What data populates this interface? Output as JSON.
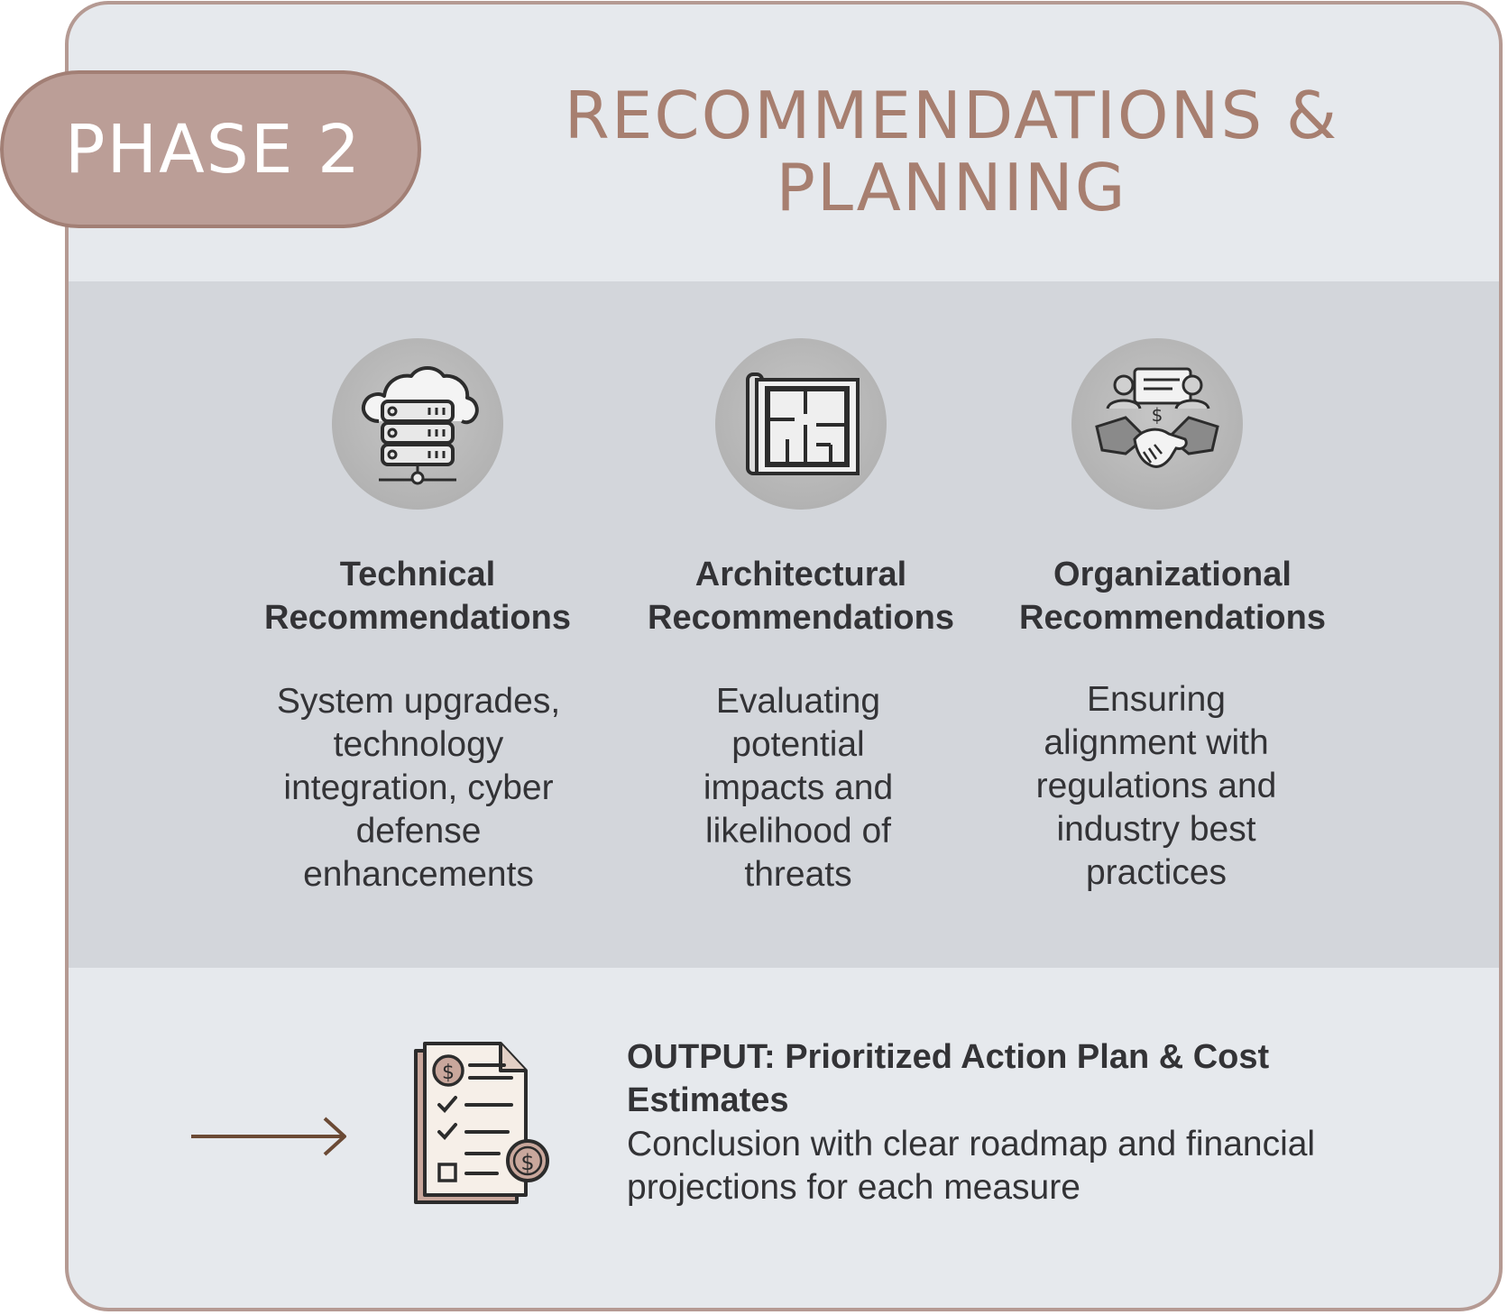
{
  "phase": {
    "label": "PHASE 2"
  },
  "header": {
    "title": "RECOMMENDATIONS & PLANNING"
  },
  "recommendations": [
    {
      "icon": "cloud-server-icon",
      "title_line1": "Technical",
      "title_line2": "Recommendations",
      "description": "System upgrades, technology integration, cyber defense enhancements"
    },
    {
      "icon": "blueprint-icon",
      "title_line1": "Architectural",
      "title_line2": "Recommendations",
      "description": "Evaluating potential impacts and likelihood of threats"
    },
    {
      "icon": "handshake-icon",
      "title_line1": "Organizational",
      "title_line2": "Recommendations",
      "description": "Ensuring alignment with regulations and industry best practices"
    }
  ],
  "output": {
    "icon": "cost-estimate-document-icon",
    "title": "OUTPUT: Prioritized Action Plan & Cost Estimates",
    "description": "Conclusion with clear roadmap and financial projections for each measure"
  },
  "colors": {
    "card_background": "#e6e9ed",
    "band_background": "#d3d6db",
    "accent": "#bb9e97",
    "title_color": "#a77f70",
    "arrow_color": "#6b4a35"
  }
}
